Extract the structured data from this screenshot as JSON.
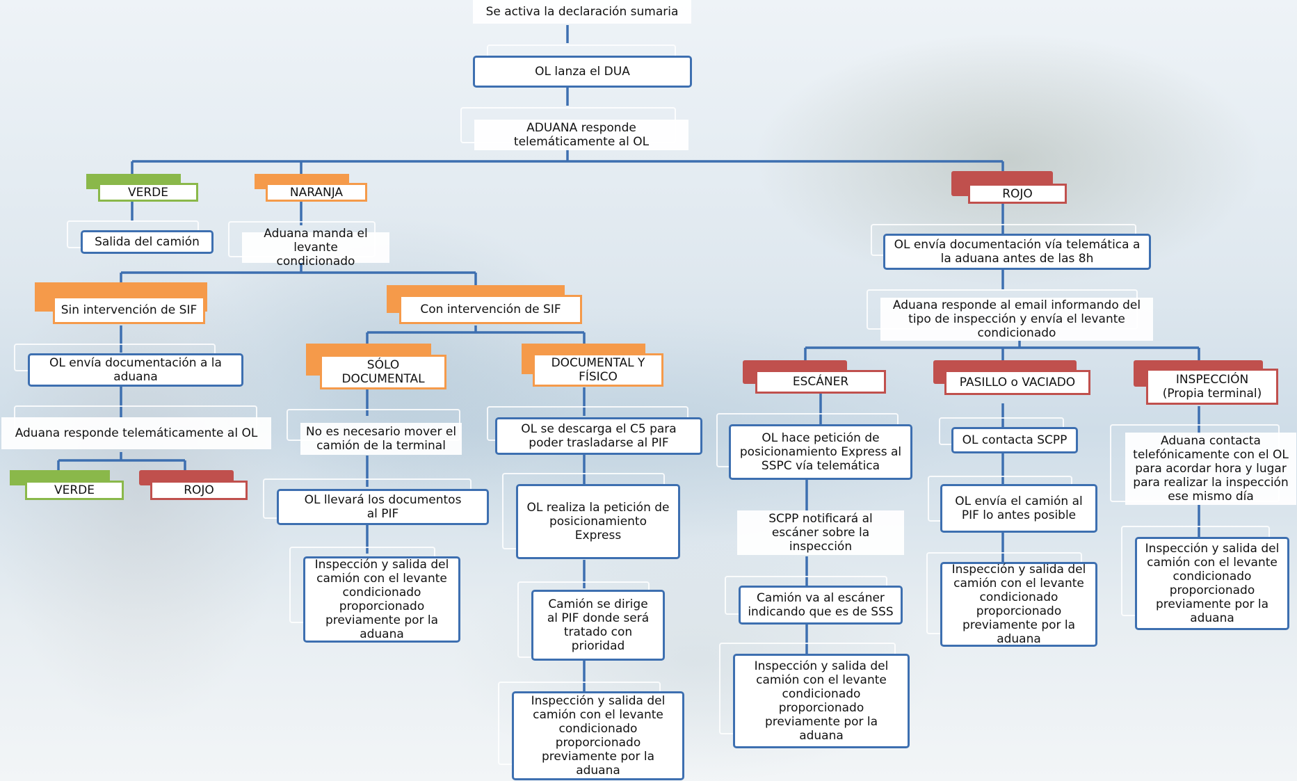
{
  "colors": {
    "connector": "#3d6fb0",
    "verde": "#8ab84a",
    "naranja": "#f59a4a",
    "rojo": "#c0504d"
  },
  "top": {
    "activa": "Se activa la declaración sumaria",
    "dua": "OL lanza el DUA",
    "responde": "ADUANA responde telemáticamente  al OL"
  },
  "verde_branch": {
    "label": "VERDE",
    "salida": "Salida del camión"
  },
  "naranja_branch": {
    "label": "NARANJA",
    "manda": "Aduana manda el levante condicionado",
    "sin_sif": {
      "label": "Sin intervención de SIF",
      "envia": "OL envía documentación a la aduana",
      "responde": "Aduana responde telemáticamente  al OL",
      "verde": "VERDE",
      "rojo": "ROJO"
    },
    "con_sif": {
      "label": "Con intervención de SIF",
      "solo_doc": {
        "label": "SÓLO DOCUMENTAL",
        "no_mover": "No es necesario mover el camión de la terminal",
        "llevara": "OL llevará los documentos al PIF",
        "inspeccion": "Inspección y salida del camión con el levante condicionado proporcionado previamente por la aduana"
      },
      "doc_fisico": {
        "label": "DOCUMENTAL Y FÍSICO",
        "descarga": "OL se descarga el C5 para poder trasladarse al PIF",
        "peticion": "OL realiza la petición de posicionamiento Express",
        "camion": "Camión se dirige al PIF donde será tratado con prioridad",
        "inspeccion": "Inspección y salida del camión con el levante condicionado proporcionado previamente por la aduana"
      }
    }
  },
  "rojo_branch": {
    "label": "ROJO",
    "envia": "OL envía documentación vía telemática a la aduana antes de las 8h",
    "responde": "Aduana responde al email informando del tipo de inspección y envía el levante condicionado",
    "escaner": {
      "label": "ESCÁNER",
      "peticion": "OL hace petición de posicionamiento Express al SSPC  vía telemática",
      "notificara": "SCPP notificará al escáner sobre la inspección",
      "camion": "Camión va al escáner indicando que es de SSS",
      "inspeccion": "Inspección y salida del camión con el levante condicionado proporcionado previamente por la aduana"
    },
    "pasillo": {
      "label": "PASILLO  o VACIADO",
      "contacta": "OL contacta SCPP",
      "envia": "OL envía el camión al PIF lo antes posible",
      "inspeccion": "Inspección y salida del camión con el levante condicionado proporcionado previamente por la aduana"
    },
    "inspeccion_terminal": {
      "label": "INSPECCIÓN (Propia terminal)",
      "contacta": "Aduana contacta telefónicamente con el OL para acordar hora y lugar para realizar la inspección ese mismo día",
      "inspeccion": "Inspección y salida del camión con el levante condicionado proporcionado previamente por la aduana"
    }
  }
}
